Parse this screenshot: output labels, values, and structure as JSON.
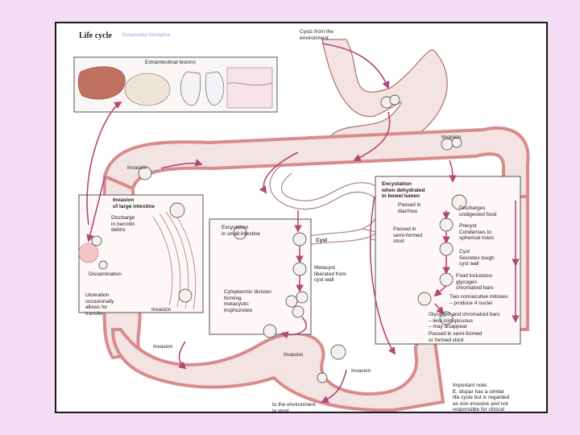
{
  "title": "Life cycle",
  "title_sub": "Entamoeba histolytica",
  "labels": {
    "cysts_env": "Cysts from the\nenvironment",
    "extraintestinal": "Extraintestinal lesions",
    "invasion_upper": "Invasion",
    "invasion_left": "Invasion",
    "invasion_large": "Invasion\nof large intestine",
    "discharge": "Discharge\nin necrotic\ndebris",
    "dissemination": "Dissemination",
    "ulceration": "Ulceration\noccasionally\nallows for\ntransfer",
    "invasion_small": "Invasion",
    "excystation": "Excystation\nin small intestine",
    "cyst": "Cyst",
    "metacyst": "Metacyst\nliberated from\ncyst wall",
    "cytoplasmic": "Cytoplasmic division\nforming\nmetacystic\ntrophozoites",
    "encystation": "Encystation\nwhen dehydrated\nin bowel lumen",
    "passed_diarrhea": "Passed in\ndiarrhea",
    "discharges": "Discharges\nundigested food",
    "precyst": "Precyst\nCondenses to\nspherical mass",
    "passed_semiformed": "Passed in\nsemi-formed\nstool",
    "cyst_wall": "Cyst\nSecretes tough\ncyst wall",
    "food_inclusions": "Food inclusions\nglycogen\nchromatoid bars",
    "two_mitoses": "Two consecutive mitoses\n– produce 4 nuclei",
    "glycogen": "Glycogen and chromatoid bars\n– less conspicuous\n– may disappear",
    "passed_formed": "Passed in semi-formed\nor formed stool",
    "invasion_bottom1": "Invasion",
    "invasion_bottom2": "Invasion",
    "invasion_bottom3": "Invasion",
    "to_environment": "to the environment\nin stool",
    "important_note": "Important note:\nE. dispar has a similar\nlife cycle but is regarded\nas non-invasive and not\nresponsible for clinical"
  },
  "colors": {
    "background": "#f5dcf5",
    "intestine_fill": "#f3e3e3",
    "intestine_mucosa": "#d98b8b",
    "arrow": "#b3487a",
    "inset_border": "#555555"
  }
}
